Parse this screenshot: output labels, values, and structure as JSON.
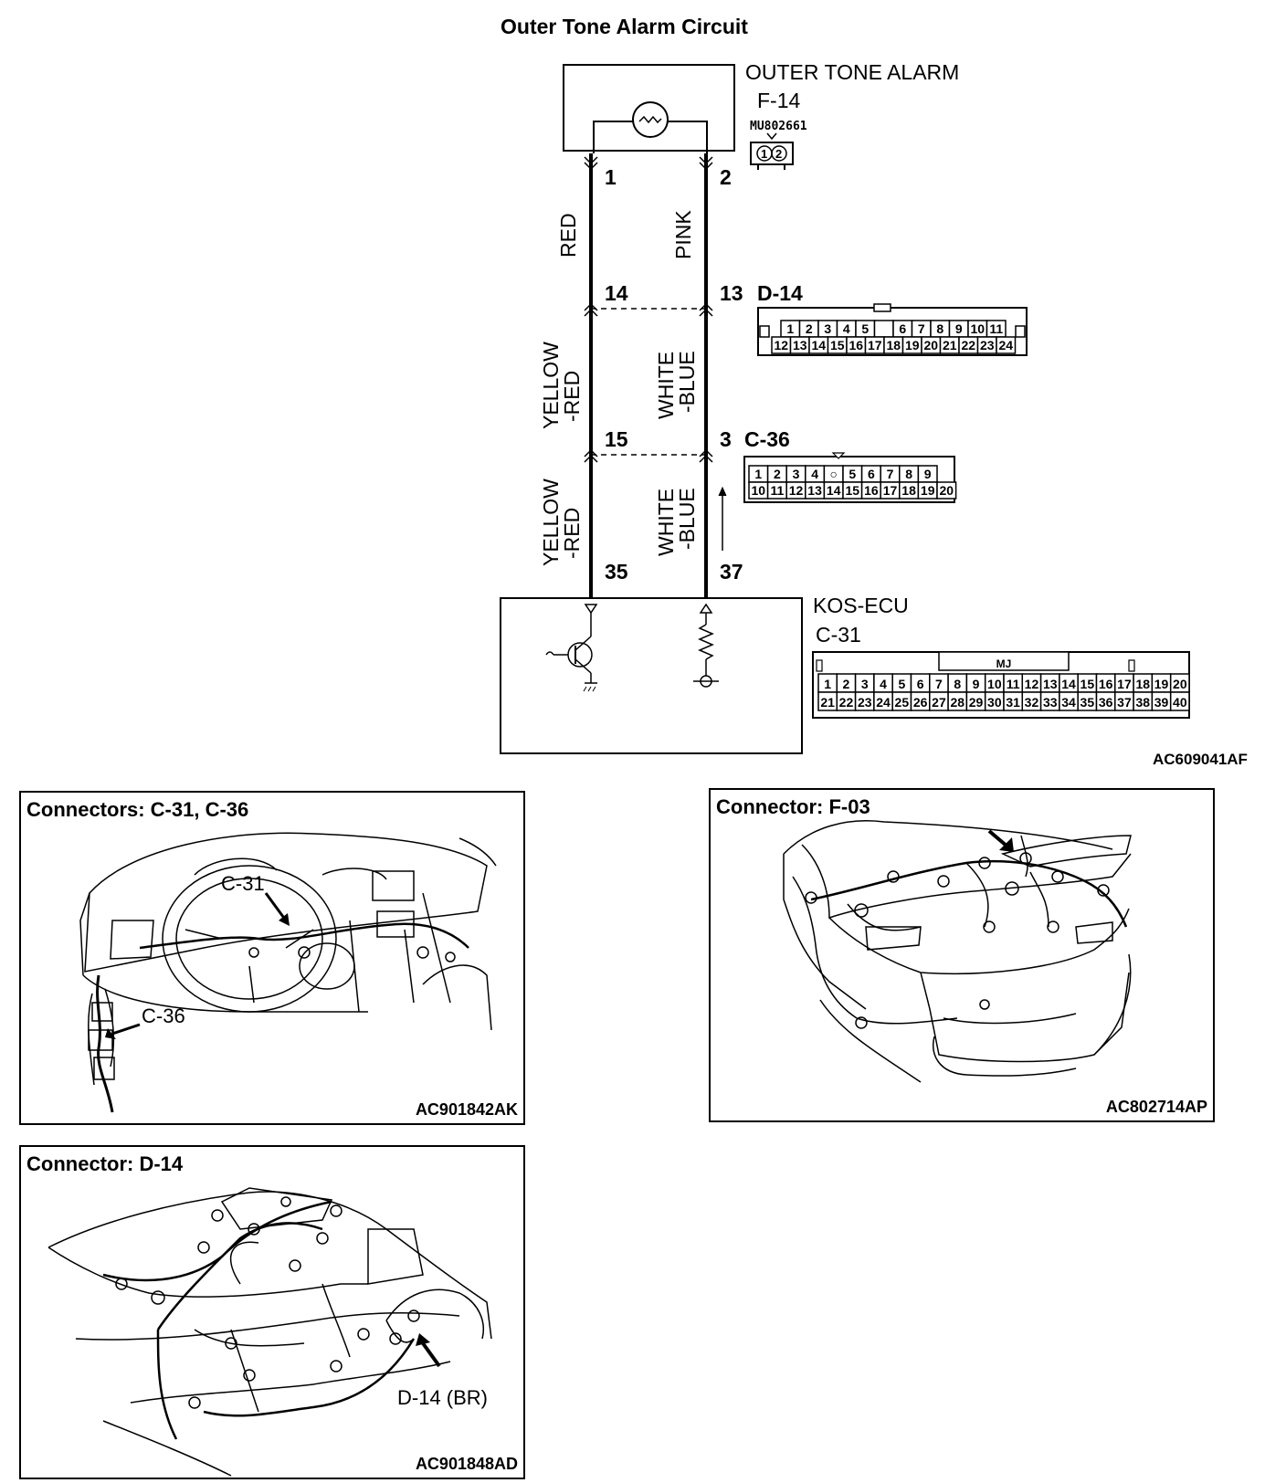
{
  "title": "Outer Tone Alarm Circuit",
  "figure_code": "AC609041AF",
  "alarm": {
    "name": "OUTER TONE ALARM",
    "connector_id": "F-14",
    "part_number": "MU802661",
    "pins": [
      "1",
      "2"
    ]
  },
  "wires": {
    "left": {
      "top_pin": "1",
      "seg1_color": "RED",
      "mid_pin": "14",
      "seg2_color": [
        "YELLOW",
        "-RED"
      ],
      "low_pin": "15",
      "seg3_color": [
        "YELLOW",
        "-RED"
      ],
      "ecu_pin": "35"
    },
    "right": {
      "top_pin": "2",
      "seg1_color": "PINK",
      "mid_pin": "13",
      "seg2_color": [
        "WHITE",
        "-BLUE"
      ],
      "low_pin": "3",
      "seg3_color": [
        "WHITE",
        "-BLUE"
      ],
      "ecu_pin": "37"
    }
  },
  "connectors": {
    "d14": {
      "id": "D-14",
      "row1": [
        "1",
        "2",
        "3",
        "4",
        "5",
        "",
        "6",
        "7",
        "8",
        "9",
        "10",
        "11"
      ],
      "row2": [
        "12",
        "13",
        "14",
        "15",
        "16",
        "17",
        "18",
        "19",
        "20",
        "21",
        "22",
        "23",
        "24"
      ]
    },
    "c36": {
      "id": "C-36",
      "row1": [
        "1",
        "2",
        "3",
        "4",
        "○",
        "5",
        "6",
        "7",
        "8",
        "9"
      ],
      "row2": [
        "10",
        "11",
        "12",
        "13",
        "14",
        "15",
        "16",
        "17",
        "18",
        "19",
        "20"
      ]
    },
    "c31": {
      "id": "C-31",
      "tag": "MJ",
      "row1": [
        "1",
        "2",
        "3",
        "4",
        "5",
        "6",
        "7",
        "8",
        "9",
        "10",
        "11",
        "12",
        "13",
        "14",
        "15",
        "16",
        "17",
        "18",
        "19",
        "20"
      ],
      "row2": [
        "21",
        "22",
        "23",
        "24",
        "25",
        "26",
        "27",
        "28",
        "29",
        "30",
        "31",
        "32",
        "33",
        "34",
        "35",
        "36",
        "37",
        "38",
        "39",
        "40"
      ]
    }
  },
  "ecu": {
    "name": "KOS-ECU",
    "connector_id": "C-31"
  },
  "panels": {
    "c31_c36": {
      "title": "Connectors: C-31, C-36",
      "code": "AC901842AK",
      "callouts": [
        "C-31",
        "C-36"
      ]
    },
    "f03": {
      "title": "Connector: F-03",
      "code": "AC802714AP"
    },
    "d14": {
      "title": "Connector: D-14",
      "code": "AC901848AD",
      "callouts": [
        "D-14 (BR)"
      ]
    }
  }
}
